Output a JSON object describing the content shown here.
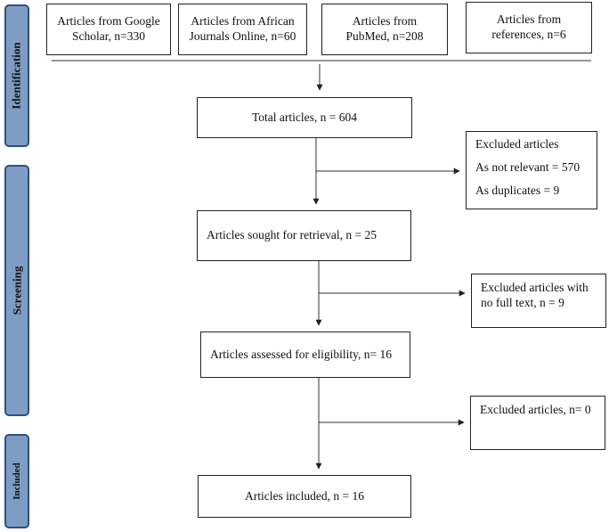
{
  "phases": {
    "identification": "Identification",
    "screening": "Screening",
    "included": "Included"
  },
  "sources": [
    "Articles from Google Scholar, n=330",
    "Articles from African Journals Online, n=60",
    "Articles from PubMed, n=208",
    "Articles from references, n=6"
  ],
  "flow": {
    "total": "Total articles, n = 604",
    "sought": "Articles sought for retrieval, n = 25",
    "assessed": "Articles assessed for eligibility, n= 16",
    "included": "Articles included, n = 16"
  },
  "excluded": {
    "first_title": "Excluded articles",
    "first_not_relevant": "As not relevant = 570",
    "first_duplicates": "As duplicates = 9",
    "second": "Excluded articles with no full text, n = 9",
    "third": "Excluded articles, n= 0"
  }
}
